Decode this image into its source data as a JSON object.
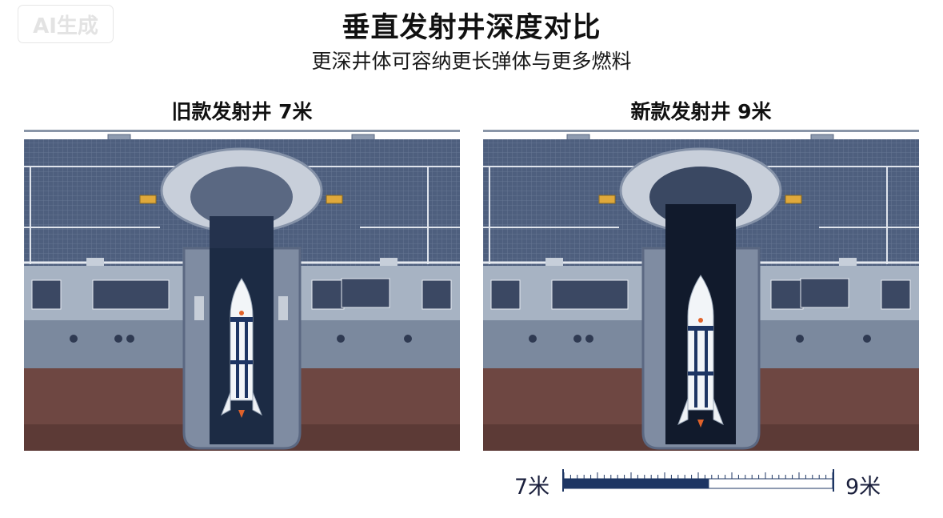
{
  "watermark": "AI生成",
  "title": "垂直发射井深度对比",
  "subtitle": "更深井体可容纳更长弹体与更多燃料",
  "panels": [
    {
      "title": "旧款发射井 7米",
      "depth_m": 7
    },
    {
      "title": "新款发射井 9米",
      "depth_m": 9
    }
  ],
  "scale_bar": {
    "left_label": "7米",
    "right_label": "9米",
    "filled_fraction": 0.54
  },
  "colors": {
    "deck": "#4e5f7e",
    "hull_light": "#9aa7b8",
    "hull_dark": "#7b899e",
    "water": "#6e4742",
    "shaft": "#1c2b44",
    "missile": "#f2f5f8",
    "accent": "#e0622a",
    "scale_fill": "#1d3563"
  }
}
